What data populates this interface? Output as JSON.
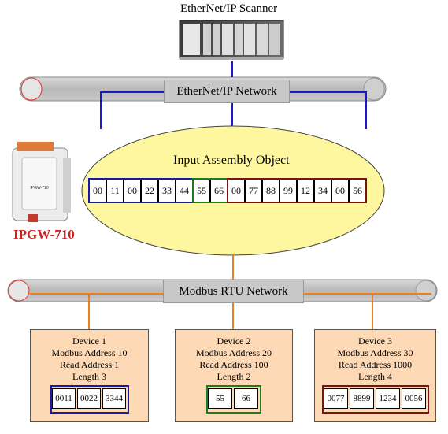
{
  "scanner": {
    "title": "EtherNet/IP Scanner"
  },
  "ethernet_network": {
    "label": "EtherNet/IP Network"
  },
  "gateway": {
    "name": "IPGW-710",
    "device_text": "IPGW-710"
  },
  "assembly": {
    "title": "Input Assembly Object",
    "bytes": [
      "00",
      "11",
      "00",
      "22",
      "33",
      "44",
      "55",
      "66",
      "00",
      "77",
      "88",
      "99",
      "12",
      "34",
      "00",
      "56"
    ]
  },
  "modbus_network": {
    "label": "Modbus RTU Network"
  },
  "devices": [
    {
      "name": "Device 1",
      "address": "Modbus Address 10",
      "read": "Read Address 1",
      "length": "Length 3",
      "values": [
        "0011",
        "0022",
        "3344"
      ]
    },
    {
      "name": "Device 2",
      "address": "Modbus Address 20",
      "read": "Read Address 100",
      "length": "Length 2",
      "values": [
        "55",
        "66"
      ]
    },
    {
      "name": "Device 3",
      "address": "Modbus Address 30",
      "read": "Read Address 1000",
      "length": "Length 4",
      "values": [
        "0077",
        "8899",
        "1234",
        "0056"
      ]
    }
  ],
  "colors": {
    "device1": "#1a1aa6",
    "device2": "#1d7a1d",
    "device3": "#7a1414",
    "ethernet_line": "#1a1acc",
    "modbus_line": "#e8801e",
    "gateway_label": "#cc2222"
  }
}
